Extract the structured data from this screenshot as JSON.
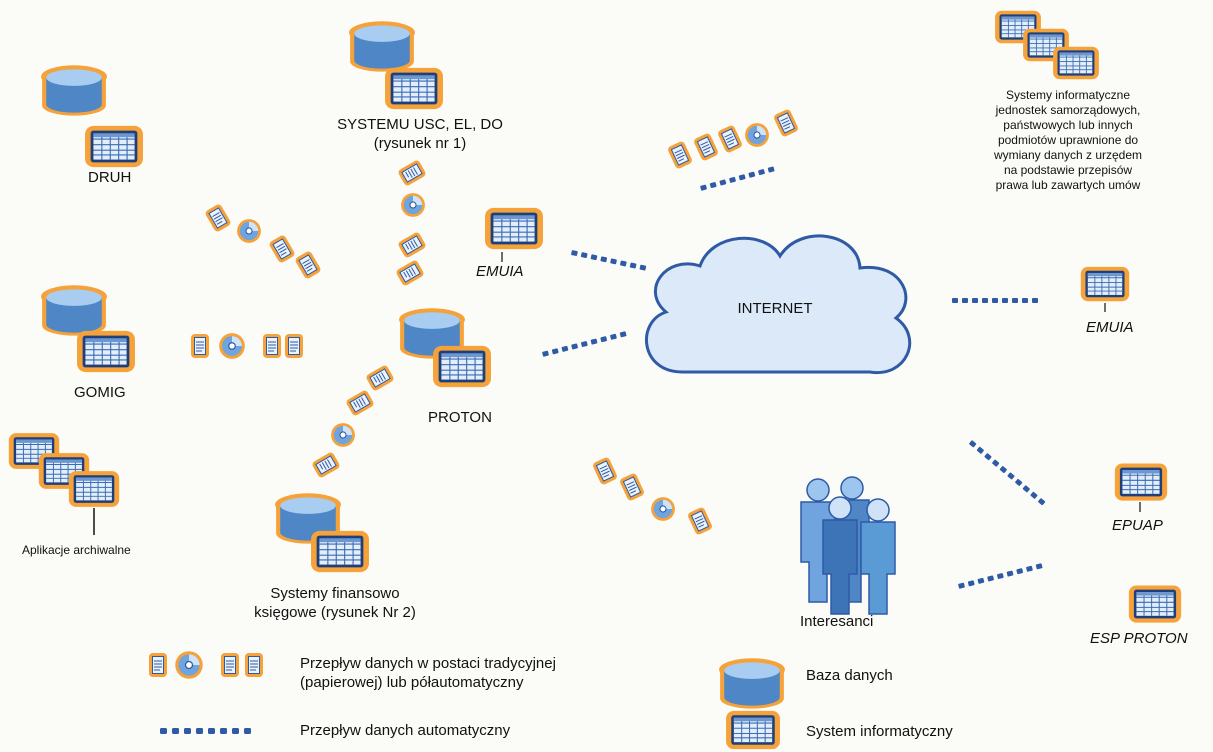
{
  "nodes": {
    "druh": "DRUH",
    "usc": [
      "SYSTEMU USC, EL, DO",
      "(rysunek nr 1)"
    ],
    "gomig": "GOMIG",
    "proton": "PROTON",
    "archive": "Aplikacje archiwalne",
    "finance": [
      "Systemy finansowo",
      "księgowe (rysunek Nr 2)"
    ],
    "emuia_left": "EMUIA",
    "internet": "INTERNET",
    "emuia_right": "EMUIA",
    "epuap": "EPUAP",
    "esp": "ESP PROTON",
    "clients": "Interesanci",
    "external": [
      "Systemy informatyczne",
      "jednostek samorządowych,",
      "państwowych lub innych",
      "podmiotów uprawnione do",
      "wymiany danych z urzędem",
      "na podstawie przepisów",
      "prawa lub zawartych umów"
    ]
  },
  "legend": {
    "manual": [
      "Przepływ danych w postaci tradycyjnej",
      "(papierowej) lub półautomatyczny"
    ],
    "auto": "Przepływ danych automatyczny",
    "db": "Baza danych",
    "sys": "System informatyczny"
  },
  "colors": {
    "db_body": "#5b9bd5",
    "db_top": "#9cc6ee",
    "app_screen": "#dbe9f8",
    "outline": "#f5a23a",
    "dots": "#2e5aa6",
    "cloud": "#dce9f8",
    "cloud_stroke": "#2e5aa6"
  }
}
